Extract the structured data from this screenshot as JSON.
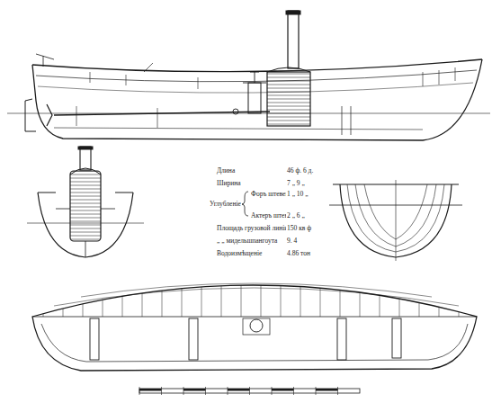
{
  "diagram": {
    "labels": [
      "Длина",
      "46 ф. 6 д.",
      "Ширина",
      "7 „ 9 „",
      "Углубленіе",
      "Форъ штевенъ",
      "1 „ 10 „",
      "Актеръ штевенъ",
      "2 „ 6 „",
      "Площадь грузовой линіи",
      "150 кв ф",
      "„ „ мидельшпангоута",
      "9. 4",
      "Водоизмѣщеніе",
      "4.86 тон"
    ]
  }
}
